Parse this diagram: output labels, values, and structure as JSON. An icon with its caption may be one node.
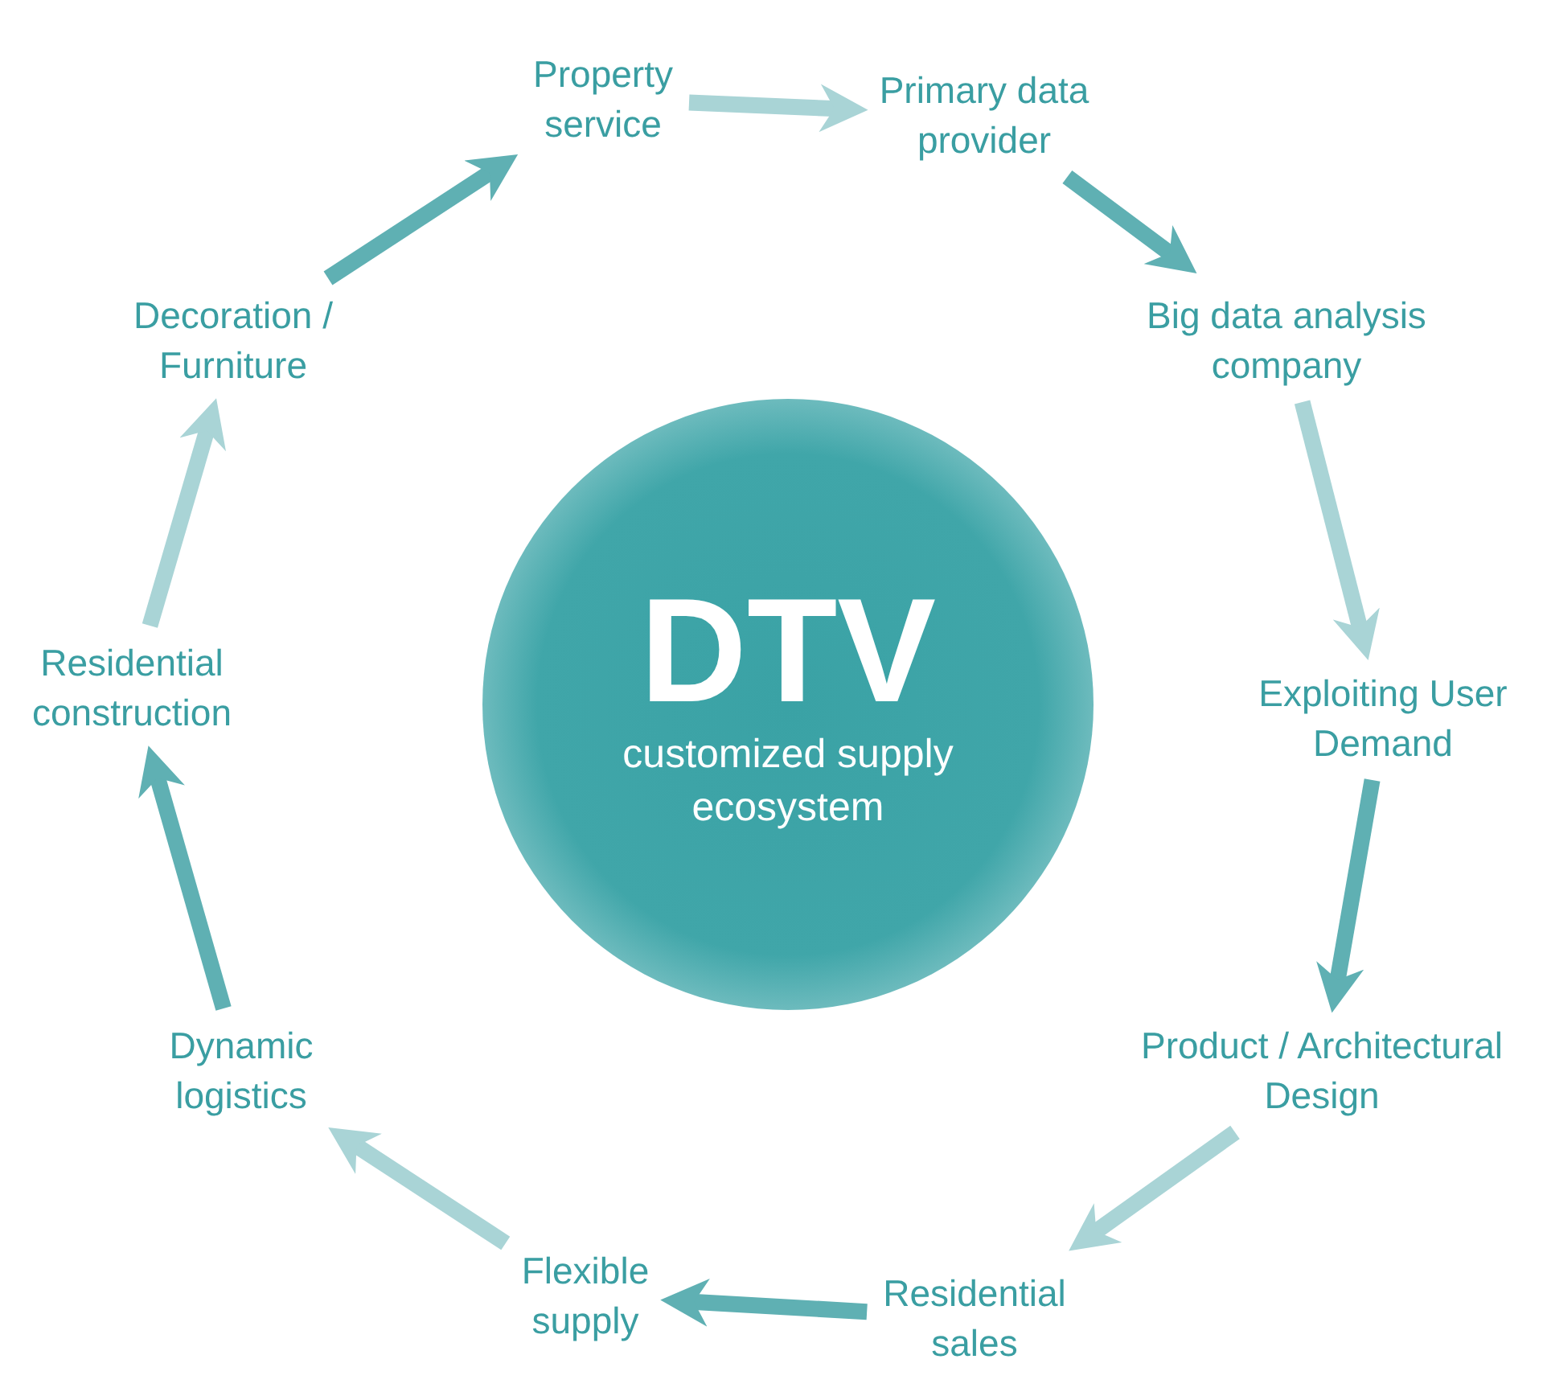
{
  "diagram": {
    "nodes": [
      {
        "text": [
          "DTV",
          "customized supply ecosystem"
        ]
      },
      {
        "text": [
          "Property service"
        ]
      },
      {
        "text": [
          "Primary data provider"
        ]
      },
      {
        "text": [
          "Big data analysis company"
        ]
      },
      {
        "text": [
          "Exploiting User Demand"
        ]
      },
      {
        "text": [
          "Product / Architectural Design"
        ]
      },
      {
        "text": [
          "Residential sales"
        ]
      },
      {
        "text": [
          "Flexible supply"
        ]
      },
      {
        "text": [
          "Dynamic logistics"
        ]
      },
      {
        "text": [
          "Residential construction"
        ]
      },
      {
        "text": [
          "Decoration / Furniture"
        ]
      }
    ],
    "edges": [
      {
        "from": 1,
        "to": 2,
        "arrow": "to",
        "color": "#a9d4d6"
      },
      {
        "from": 2,
        "to": 3,
        "arrow": "to",
        "color": "#5fb0b3"
      },
      {
        "from": 3,
        "to": 4,
        "arrow": "to",
        "color": "#a9d4d6"
      },
      {
        "from": 4,
        "to": 5,
        "arrow": "to",
        "color": "#5fb0b3"
      },
      {
        "from": 5,
        "to": 6,
        "arrow": "to",
        "color": "#a9d4d6"
      },
      {
        "from": 6,
        "to": 7,
        "arrow": "to",
        "color": "#5fb0b3"
      },
      {
        "from": 7,
        "to": 8,
        "arrow": "to",
        "color": "#a9d4d6"
      },
      {
        "from": 8,
        "to": 9,
        "arrow": "to",
        "color": "#5fb0b3"
      },
      {
        "from": 9,
        "to": 10,
        "arrow": "to",
        "color": "#a9d4d6"
      },
      {
        "from": 10,
        "to": 1,
        "arrow": "to",
        "color": "#5fb0b3"
      }
    ]
  }
}
